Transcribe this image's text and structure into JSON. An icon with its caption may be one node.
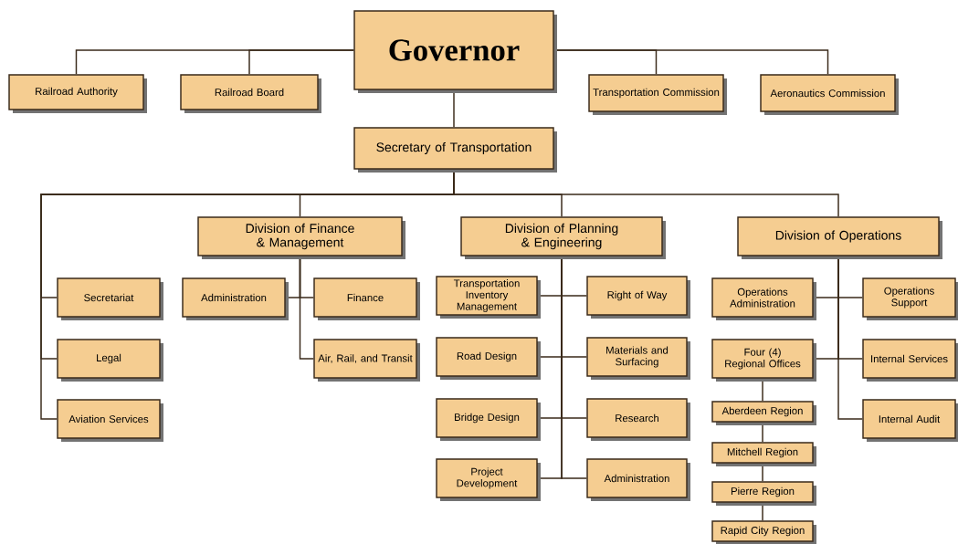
{
  "diagram": {
    "nodes": [
      {
        "text": [
          "Governor"
        ]
      },
      {
        "text": [
          "Railroad Authority"
        ]
      },
      {
        "text": [
          "Railroad Board"
        ]
      },
      {
        "text": [
          "Transportation Commission"
        ]
      },
      {
        "text": [
          "Aeronautics Commission"
        ]
      },
      {
        "text": [
          "Secretary of Transportation"
        ]
      },
      {
        "text": [
          "Division of Finance & Management"
        ]
      },
      {
        "text": [
          "Division of Planning & Engineering"
        ]
      },
      {
        "text": [
          "Division of Operations"
        ]
      },
      {
        "text": [
          "Secretariat"
        ]
      },
      {
        "text": [
          "Legal"
        ]
      },
      {
        "text": [
          "Aviation Services"
        ]
      },
      {
        "text": [
          "Administration"
        ]
      },
      {
        "text": [
          "Finance"
        ]
      },
      {
        "text": [
          "Air, Rail, and Transit"
        ]
      },
      {
        "text": [
          "Transportation Inventory Management"
        ]
      },
      {
        "text": [
          "Right of Way"
        ]
      },
      {
        "text": [
          "Road Design"
        ]
      },
      {
        "text": [
          "Materials and Surfacing"
        ]
      },
      {
        "text": [
          "Bridge Design"
        ]
      },
      {
        "text": [
          "Research"
        ]
      },
      {
        "text": [
          "Project Development"
        ]
      },
      {
        "text": [
          "Administration"
        ]
      },
      {
        "text": [
          "Operations Administration"
        ]
      },
      {
        "text": [
          "Operations Support"
        ]
      },
      {
        "text": [
          "Four (4) Regional Offices"
        ]
      },
      {
        "text": [
          "Internal Services"
        ]
      },
      {
        "text": [
          "Internal Audit"
        ]
      },
      {
        "text": [
          "Aberdeen Region"
        ]
      },
      {
        "text": [
          "Mitchell Region"
        ]
      },
      {
        "text": [
          "Pierre Region"
        ]
      },
      {
        "text": [
          "Rapid City Region"
        ]
      }
    ],
    "edges": [
      {
        "from": 0,
        "to": 1,
        "arrow": "none"
      },
      {
        "from": 0,
        "to": 2,
        "arrow": "none"
      },
      {
        "from": 0,
        "to": 3,
        "arrow": "none"
      },
      {
        "from": 0,
        "to": 4,
        "arrow": "none"
      },
      {
        "from": 0,
        "to": 5,
        "arrow": "none"
      },
      {
        "from": 5,
        "to": 6,
        "arrow": "none"
      },
      {
        "from": 5,
        "to": 7,
        "arrow": "none"
      },
      {
        "from": 5,
        "to": 8,
        "arrow": "none"
      },
      {
        "from": 5,
        "to": 9,
        "arrow": "none"
      },
      {
        "from": 5,
        "to": 10,
        "arrow": "none"
      },
      {
        "from": 5,
        "to": 11,
        "arrow": "none"
      },
      {
        "from": 6,
        "to": 12,
        "arrow": "none"
      },
      {
        "from": 6,
        "to": 13,
        "arrow": "none"
      },
      {
        "from": 6,
        "to": 14,
        "arrow": "none"
      },
      {
        "from": 7,
        "to": 15,
        "arrow": "none"
      },
      {
        "from": 7,
        "to": 16,
        "arrow": "none"
      },
      {
        "from": 7,
        "to": 17,
        "arrow": "none"
      },
      {
        "from": 7,
        "to": 18,
        "arrow": "none"
      },
      {
        "from": 7,
        "to": 19,
        "arrow": "none"
      },
      {
        "from": 7,
        "to": 20,
        "arrow": "none"
      },
      {
        "from": 7,
        "to": 21,
        "arrow": "none"
      },
      {
        "from": 7,
        "to": 22,
        "arrow": "none"
      },
      {
        "from": 8,
        "to": 23,
        "arrow": "none"
      },
      {
        "from": 8,
        "to": 24,
        "arrow": "none"
      },
      {
        "from": 8,
        "to": 25,
        "arrow": "none"
      },
      {
        "from": 8,
        "to": 26,
        "arrow": "none"
      },
      {
        "from": 8,
        "to": 27,
        "arrow": "none"
      },
      {
        "from": 25,
        "to": 28,
        "arrow": "none"
      },
      {
        "from": 28,
        "to": 29,
        "arrow": "none"
      },
      {
        "from": 29,
        "to": 30,
        "arrow": "none"
      },
      {
        "from": 30,
        "to": 31,
        "arrow": "none"
      }
    ]
  }
}
